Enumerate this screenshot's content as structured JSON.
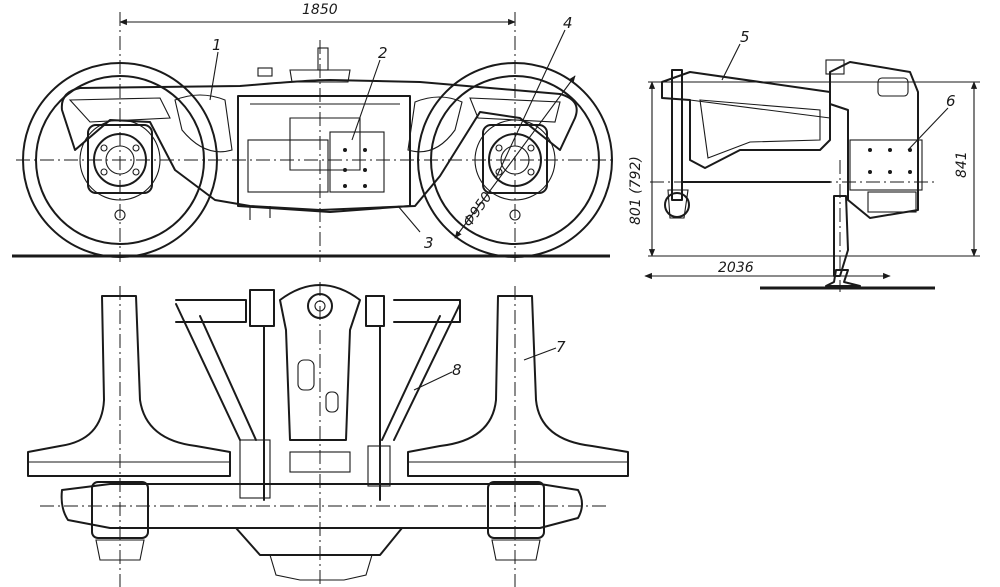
{
  "dimensions": {
    "wheelbase": "1850",
    "wheel_diameter": "Ф950",
    "track_gauge": "2036",
    "height_empty": "801 (792)",
    "height_total": "841"
  },
  "callouts": [
    "1",
    "2",
    "3",
    "4",
    "5",
    "6",
    "7",
    "8"
  ]
}
